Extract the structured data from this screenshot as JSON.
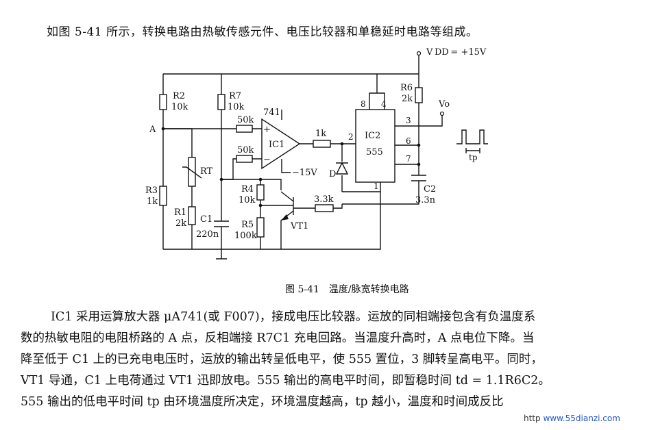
{
  "intro": "如图 5-41 所示，转换电路由热敏传感元件、电压比较器和单稳延时电路等组成。",
  "circuit": {
    "vdd_label": "V DD = +15V",
    "vo": "Vo",
    "r2": {
      "name": "R2",
      "value": "10k"
    },
    "r7": {
      "name": "R7",
      "value": "10k"
    },
    "r3": {
      "name": "R3",
      "value": "1k"
    },
    "r1": {
      "name": "R1",
      "value": "2k"
    },
    "rt": "RT",
    "c1": {
      "name": "C1",
      "value": "220n"
    },
    "r4": {
      "name": "R4",
      "value": "10k"
    },
    "r5": {
      "name": "R5",
      "value": "100k"
    },
    "vt1": "VT1",
    "r_50k_a": "50k",
    "r_50k_b": "50k",
    "op_model": "741",
    "ic1": "IC1",
    "minus15": "−15V",
    "r_1k": "1k",
    "r_33k": "3.3k",
    "ic2": "IC2",
    "ic2_type": "555",
    "d": "D",
    "r6": {
      "name": "R6",
      "value": "2k"
    },
    "c2": {
      "name": "C2",
      "value": "3.3n"
    },
    "node_a": "A",
    "pins": {
      "p8": "8",
      "p4": "4",
      "p3": "3",
      "p2": "2",
      "p6": "6",
      "p7": "7",
      "p1": "1"
    },
    "tp": "tp",
    "plus": "+",
    "minus": "−"
  },
  "caption": "图 5-41　温度/脉宽转换电路",
  "paragraph": [
    "IC1 采用运算放大器 μA741(或 F007)，接成电压比较器。运放的同相端接包含有负温度系",
    "数的热敏电阻的电阻桥路的 A 点，反相端接 R7C1 充电回路。当温度升高时，A 点电位下降。当",
    "降至低于 C1 上的已充电电压时，运放的输出转呈低电平，使 555 置位，3 脚转呈高电平。同时，",
    "VT1 导通，C1 上电荷通过 VT1 迅即放电。555 输出的高电平时间，即暂稳时间 td = 1.1R6C2。",
    "555 输出的低电平时间 tp 由环境温度所决定，环境温度越高，tp 越小，温度和时间成反比"
  ],
  "watermark": {
    "prefix": "http",
    "site": "www.55dianzi.com"
  }
}
